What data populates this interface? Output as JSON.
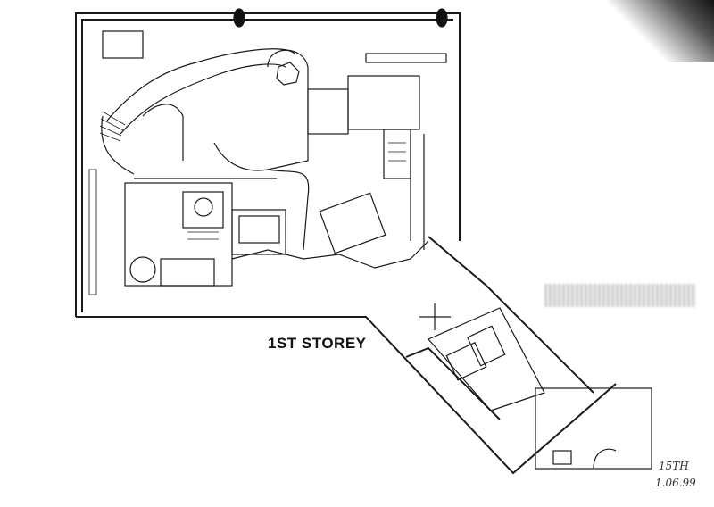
{
  "drawing": {
    "title": "1ST STOREY",
    "annotation_line1": "15TH",
    "annotation_line2": "1.06.99",
    "line_color": "#1a1a1a",
    "paper_color": "#ffffff"
  }
}
